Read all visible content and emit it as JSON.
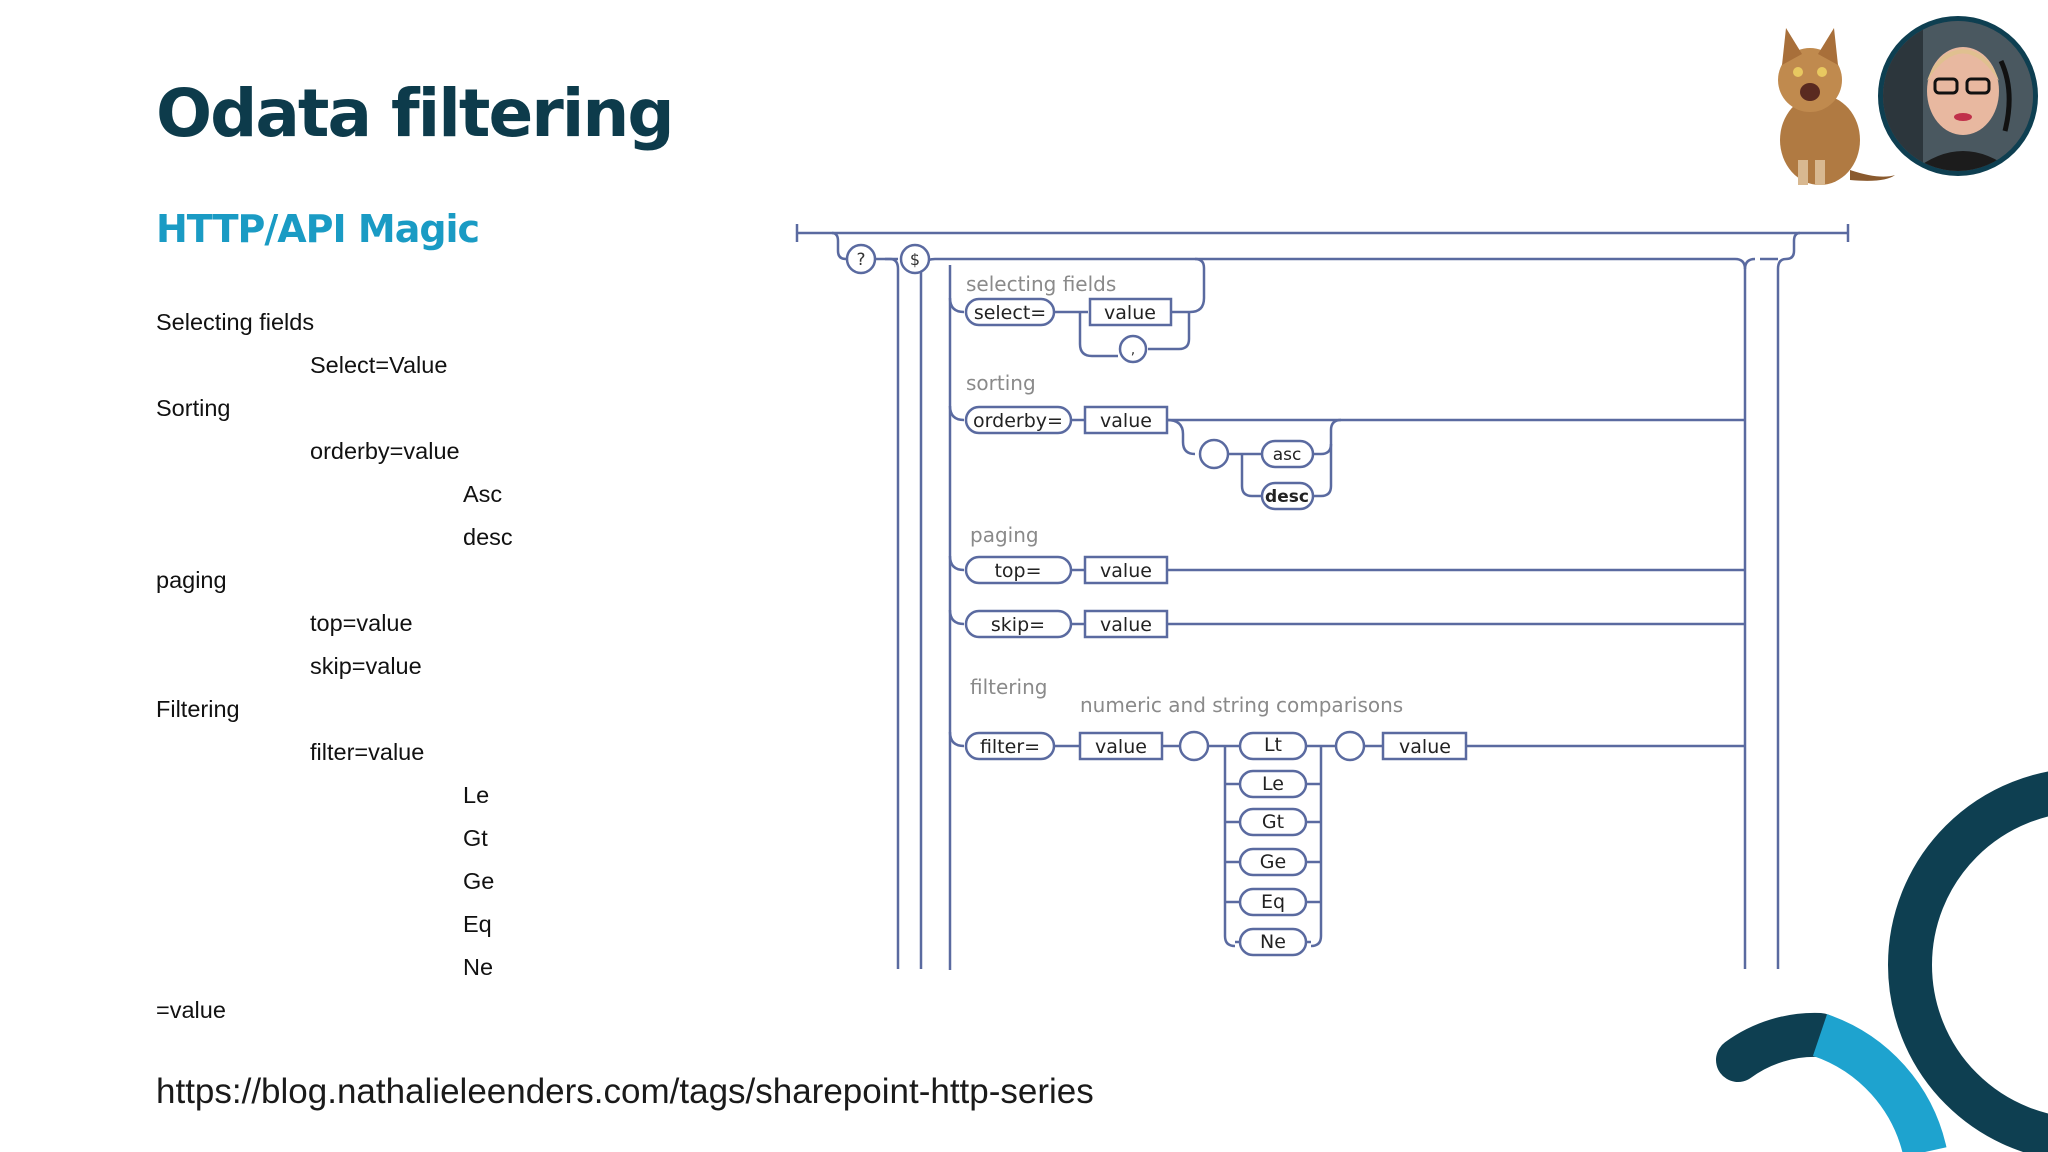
{
  "slide": {
    "title": "Odata filtering",
    "subtitle": "HTTP/API Magic",
    "outline": [
      {
        "text": "Selecting fields",
        "level": 0
      },
      {
        "text": "Select=Value",
        "level": 1
      },
      {
        "text": "Sorting",
        "level": 0
      },
      {
        "text": "orderby=value",
        "level": 1
      },
      {
        "text": "Asc",
        "level": 2
      },
      {
        "text": "desc",
        "level": 2
      },
      {
        "text": "paging",
        "level": 0
      },
      {
        "text": "top=value",
        "level": 1
      },
      {
        "text": "skip=value",
        "level": 1
      },
      {
        "text": "Filtering",
        "level": 0
      },
      {
        "text": "filter=value",
        "level": 1
      },
      {
        "text": "Le",
        "level": 2
      },
      {
        "text": "Gt",
        "level": 2
      },
      {
        "text": "Ge",
        "level": 2
      },
      {
        "text": "Eq",
        "level": 2
      },
      {
        "text": "Ne",
        "level": 2
      },
      {
        "text": "=value",
        "level": 0
      }
    ],
    "url": "https://blog.nathalieleenders.com/tags/sharepoint-http-series"
  },
  "diagram": {
    "start_question": "?",
    "start_dollar": "$",
    "sections": {
      "selecting": {
        "label": "selecting fields",
        "keyword": "select=",
        "value": "value",
        "separator": ","
      },
      "sorting": {
        "label": "sorting",
        "keyword": "orderby=",
        "value": "value",
        "asc": "asc",
        "desc": "desc"
      },
      "paging": {
        "label": "paging",
        "top": "top=",
        "skip": "skip=",
        "top_value": "value",
        "skip_value": "value"
      },
      "filtering": {
        "label": "filtering",
        "note": "numeric and string comparisons",
        "keyword": "filter=",
        "value": "value",
        "operators": [
          "Lt",
          "Le",
          "Gt",
          "Ge",
          "Eq",
          "Ne"
        ],
        "compare_value": "value"
      }
    }
  },
  "colors": {
    "title": "#0d3b4b",
    "subtitle": "#1a9bc4",
    "diagram_line": "#5a6aa0",
    "diagram_label": "#8a8a8a",
    "deco_dark": "#0e3f51",
    "deco_light": "#1ea3cf"
  },
  "icons": [
    "cat-image",
    "presenter-avatar"
  ]
}
